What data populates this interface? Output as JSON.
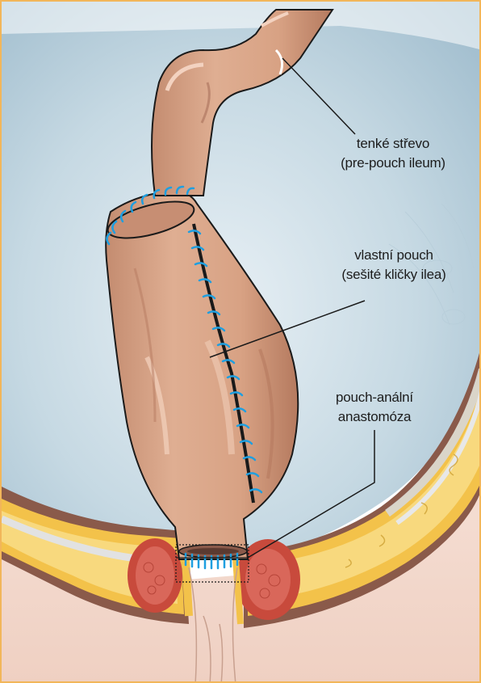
{
  "labels": {
    "small_intestine": {
      "line1": "tenké střevo",
      "line2": "(pre-pouch ileum)"
    },
    "pouch": {
      "line1": "vlastní pouch",
      "line2": "(sešité kličky ilea)"
    },
    "anastomosis": {
      "line1": "pouch-anální",
      "line2": "anastomóza"
    }
  },
  "colors": {
    "frame": "#f2b65a",
    "background_blue": "#a9c6d6",
    "intestine": "#d9a98c",
    "intestine_shadow": "#b98268",
    "suture": "#1f9fe0",
    "muscle": "#c84a3c",
    "fat": "#f3c24a",
    "skin": "#f2d9cc"
  },
  "icons": [
    "ileal-pouch-illustration",
    "pelvic-floor-cross-section"
  ]
}
